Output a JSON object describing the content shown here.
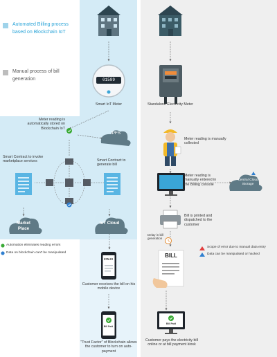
{
  "legend": {
    "automated": "Automated Billing process based on Blockchain IoT",
    "manual": "Manual process of bill generation",
    "automated_color": "#9fd3ea",
    "manual_color": "#bdbdbd"
  },
  "left": {
    "smart_meter": "Smart IoT Meter",
    "meter_display": "01589",
    "meter_reading_stored": "Meter reading is automatically stored on Blockchain IoT",
    "ipfs": "IPFS",
    "contract_marketplace": "Smart Contract to invoke marketplace services",
    "contract_bill": "Smart Contract to generate bill",
    "marketplace": "Market Place",
    "iot_cloud": "IoT Cloud",
    "note_1": "Automation eliminates reading errors",
    "note_2": "Data on blockchain can't be manipulated",
    "phone_amount": "$75.23",
    "customer_receives": "Customer receives the bill on his mobile device",
    "bill_paid_label": "Bill Paid",
    "trust_factor": "\"Trust Factor\" of Blockchain allows the customer to turn on auto-payment"
  },
  "right": {
    "standalone_meter": "Standalone Electricity Meter",
    "manually_collected": "Meter reading is manually collected",
    "billing_console": "Meter reading is manually entered in the Billing console",
    "central_storage": "Central Cloud Storage",
    "bill_printed": "Bill is printed and dispatched to the customer",
    "delay": "Delay in bill generation",
    "bill_text": "BILL",
    "warning_1": "Scope of error due to manual data entry",
    "warning_2": "Data can be manipulated or hacked",
    "bill_paid_label": "Bill Paid",
    "customer_pays": "Customer pays the electricity bill online or at bill payment kiosk"
  },
  "colors": {
    "panel_blue": "#d4ebf6",
    "panel_blue_light": "#e7f3fa",
    "panel_gray": "#efefef",
    "accent_blue": "#2aa4d8",
    "cloud": "#5f7a86",
    "chain_node": "#555b63",
    "success": "#3aaa35",
    "warning_red": "#e23d3d",
    "warning_blue": "#2f7fd0"
  }
}
